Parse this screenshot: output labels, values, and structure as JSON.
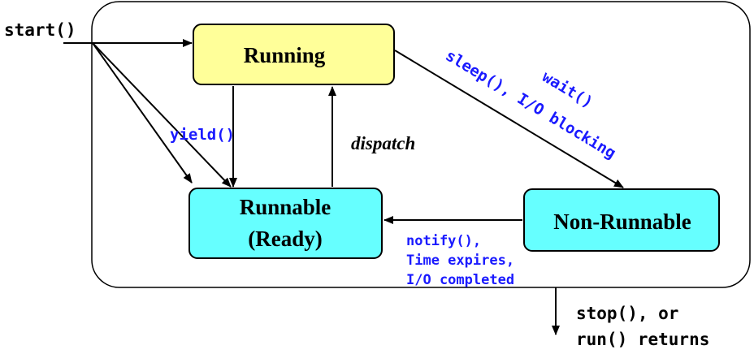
{
  "labels": {
    "start": "start()",
    "stop_line1": "stop(), or",
    "stop_line2": "run() returns",
    "yield": "yield()",
    "dispatch": "dispatch",
    "blocking_wait": "wait()",
    "blocking_sleep": "sleep(), I/O blocking",
    "unblock_line1": "notify(),",
    "unblock_line2": "Time expires,",
    "unblock_line3": "I/O completed"
  },
  "states": {
    "running": "Running",
    "runnable_line1": "Runnable",
    "runnable_line2": "(Ready)",
    "non_runnable": "Non-Runnable"
  },
  "colors": {
    "running_fill": "#ffff99",
    "runnable_fill": "#66ffff",
    "label_blue": "#1a1aff"
  }
}
